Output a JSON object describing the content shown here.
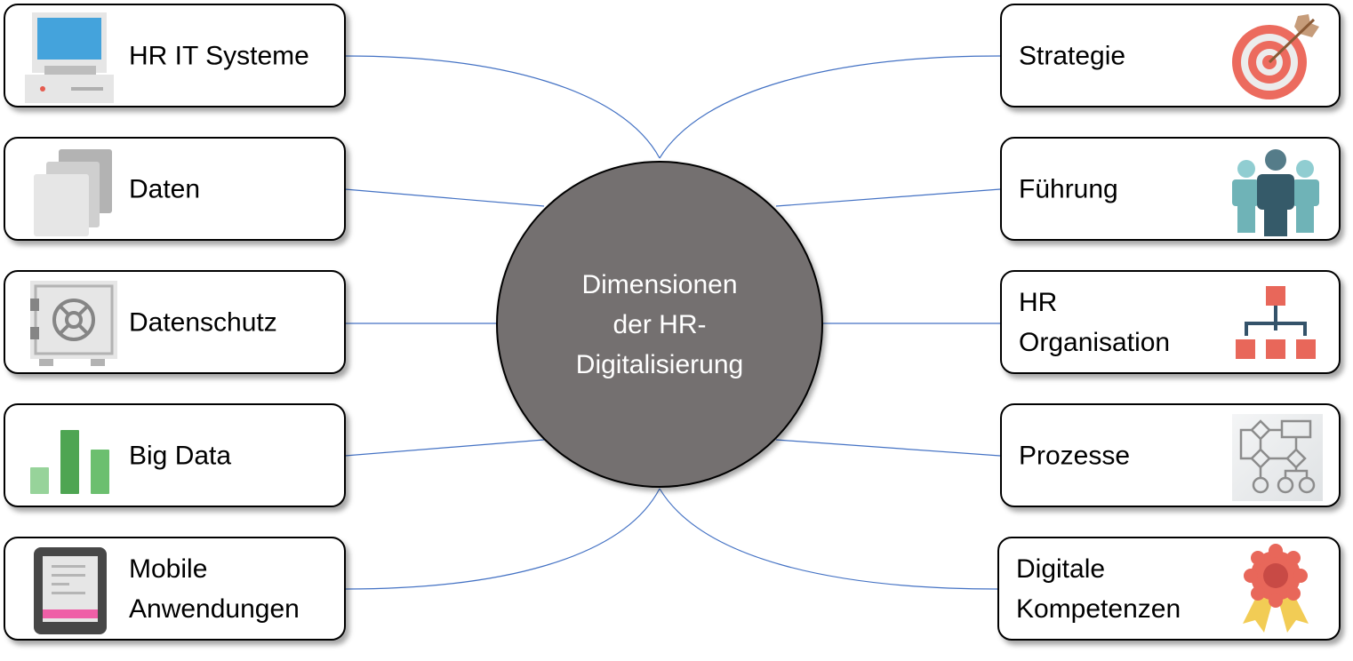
{
  "hub": {
    "label": "Dimensionen\nder HR-\nDigitalisierung",
    "fill": "#747070"
  },
  "connector_color": "#4472C4",
  "left_nodes": [
    {
      "label": "HR IT Systeme",
      "icon": "computer-icon"
    },
    {
      "label": "Daten",
      "icon": "documents-icon"
    },
    {
      "label": "Datenschutz",
      "icon": "safe-icon"
    },
    {
      "label": "Big Data",
      "icon": "bar-chart-icon"
    },
    {
      "label": "Mobile\nAnwendungen",
      "icon": "tablet-icon"
    }
  ],
  "right_nodes": [
    {
      "label": "Strategie",
      "icon": "target-icon"
    },
    {
      "label": "Führung",
      "icon": "team-icon"
    },
    {
      "label": "HR\nOrganisation",
      "icon": "org-chart-icon"
    },
    {
      "label": "Prozesse",
      "icon": "flowchart-icon"
    },
    {
      "label": "Digitale\nKompetenzen",
      "icon": "award-ribbon-icon"
    }
  ]
}
